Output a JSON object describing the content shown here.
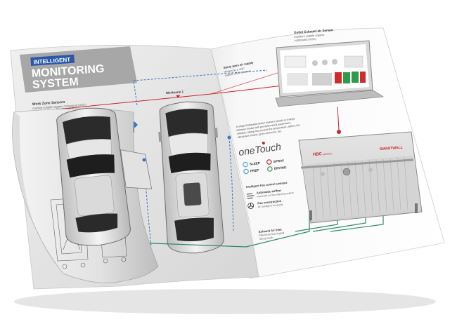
{
  "brochure": {
    "left_page": {
      "tag": "INTELLIGENT",
      "title_line1": "MONITORING",
      "title_line2": "SYSTEM",
      "section_label": "Work Zone Sensors",
      "section_desc": "monitor volatile organic compound (VOC)",
      "workzone1_label": "Workzone 1",
      "workzone2_label": "Workzone 1"
    },
    "right_page": {
      "outlet_title": "Outlet Exhaust air Sensor",
      "outlet_desc_line1": "monitors volatile organic",
      "outlet_desc_line2": "compound (VOC)",
      "spray_booth_title": "Spray pass air supply",
      "spray_booth_desc_line1": "Workzone 1 VOC",
      "spray_booth_desc_line2": "outputs when reached",
      "intro_line1": "A single illuminated button makes it simple to change",
      "intro_line2": "between modes with pre-determined parameters,",
      "intro_line3": "whether, taking into account the temperature, airflow, the",
      "intro_line4": "absolution (mode), grom commons, etc.",
      "onetouch_logo": "oneTouch",
      "modes": [
        "SLEEP",
        "SPRAY",
        "PREP",
        "DRYING"
      ],
      "control_title": "Intelligent Fan control systems",
      "feature1_title": "Automatic airflow",
      "feature1_desc": "Automatic air flow adjusting system",
      "feature2_title": "Fan construction",
      "feature2_desc": "EC intelligent fixed fans",
      "exhaust_title": "Exhaust Air inlet",
      "exhaust_desc_line1": "Filtered air from hybrid",
      "exhaust_desc_line2": "Spray booth",
      "hbc_brand": "HBC",
      "hbc_sub": "systems",
      "smartwall_logo": "SMARTWALL"
    }
  },
  "colors": {
    "accent_red": "#c8242c",
    "accent_blue": "#3a78c2",
    "accent_teal": "#2e8a6a",
    "mode_sleep": "#6aa2c8",
    "mode_spray": "#c0303a",
    "mode_prep": "#5a9ac8",
    "mode_drying": "#3a9a5a"
  }
}
